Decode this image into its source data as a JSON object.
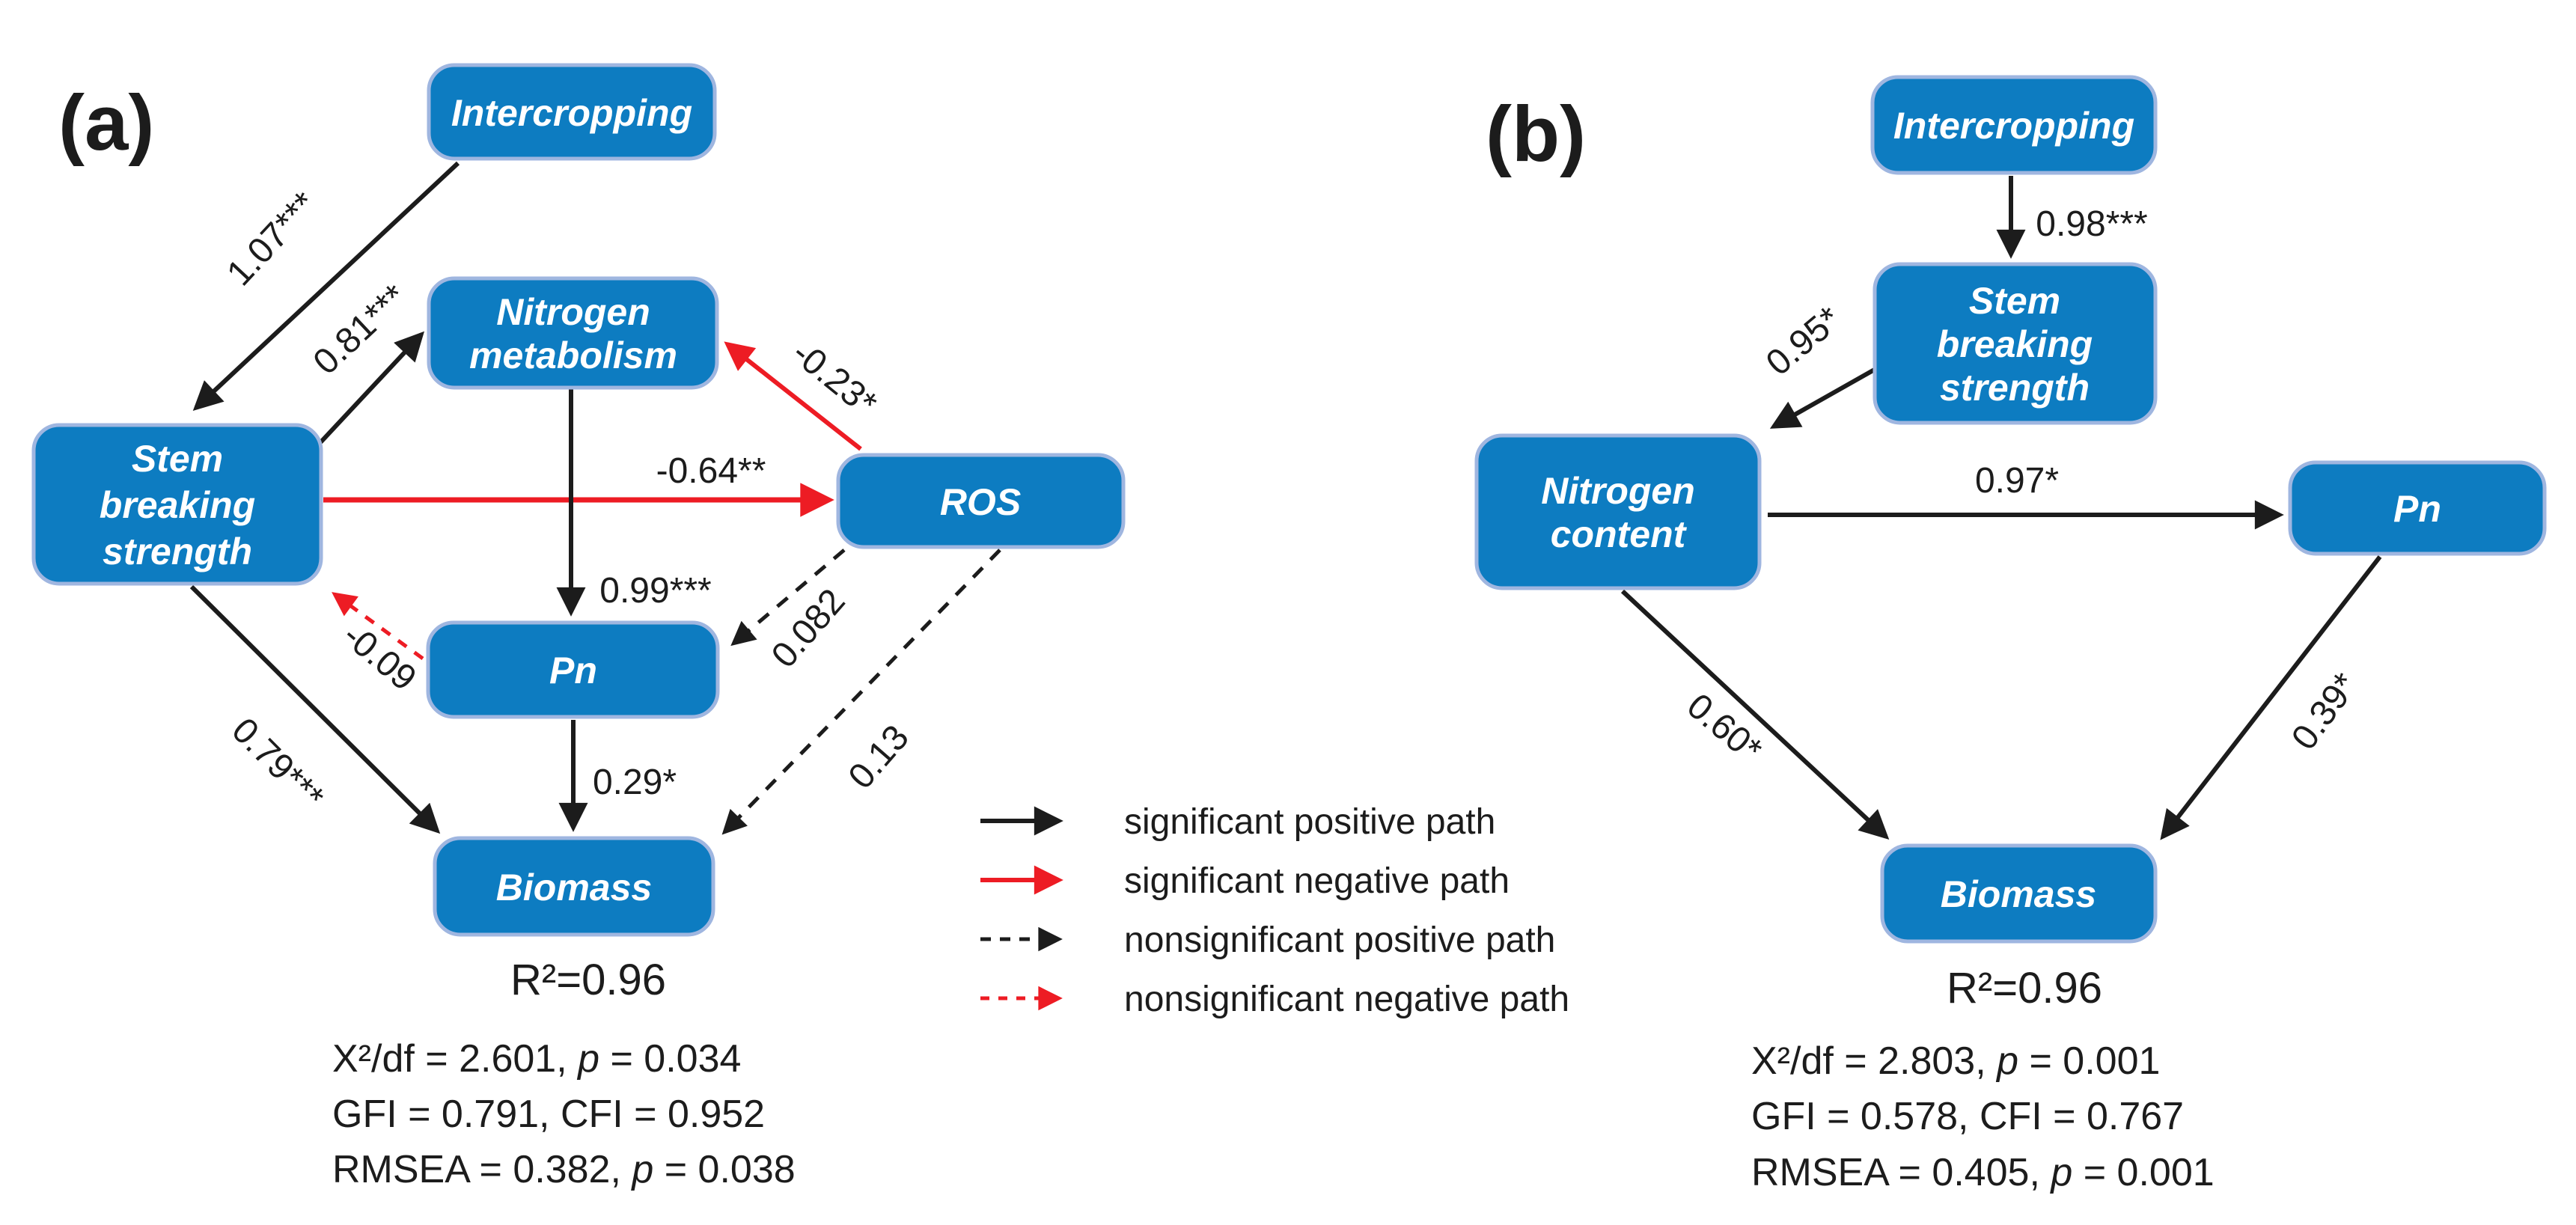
{
  "figure": {
    "colors": {
      "node_fill": "#0d7cc1",
      "node_stroke": "#9fb6e0",
      "node_text": "#ffffff",
      "positive_path": "#1c1c1c",
      "negative_path": "#ed1c24",
      "background": "#ffffff"
    },
    "panels": [
      {
        "label": "(a)",
        "nodes": {
          "intercropping": {
            "label": "Intercropping"
          },
          "nitrogen_metabolism": {
            "lines": [
              "Nitrogen",
              "metabolism"
            ]
          },
          "stem_breaking_strength": {
            "lines": [
              "Stem",
              "breaking",
              "strength"
            ]
          },
          "ros": {
            "label": "ROS"
          },
          "pn": {
            "label": "Pn"
          },
          "biomass": {
            "label": "Biomass"
          }
        },
        "paths": {
          "intercropping_to_stem": {
            "label": "1.07***",
            "type": "significant positive",
            "from": "Intercropping",
            "to": "Stem breaking strength"
          },
          "stem_to_nitrogen": {
            "label": "0.81***",
            "type": "significant positive",
            "from": "Stem breaking strength",
            "to": "Nitrogen metabolism"
          },
          "ros_to_nitrogen": {
            "label": "-0.23*",
            "type": "significant negative",
            "from": "ROS",
            "to": "Nitrogen metabolism"
          },
          "stem_to_ros": {
            "label": "-0.64**",
            "type": "significant negative",
            "from": "Stem breaking strength",
            "to": "ROS"
          },
          "nitrogen_to_pn": {
            "label": "0.99***",
            "type": "significant positive",
            "from": "Nitrogen metabolism",
            "to": "Pn"
          },
          "ros_to_pn": {
            "label": "0.082",
            "type": "nonsignificant positive",
            "from": "ROS",
            "to": "Pn"
          },
          "pn_to_stem": {
            "label": "-0.09",
            "type": "nonsignificant negative",
            "from": "Pn",
            "to": "Stem breaking strength"
          },
          "stem_to_biomass": {
            "label": "0.79***",
            "type": "significant positive",
            "from": "Stem breaking strength",
            "to": "Biomass"
          },
          "pn_to_biomass": {
            "label": "0.29*",
            "type": "significant positive",
            "from": "Pn",
            "to": "Biomass"
          },
          "ros_to_biomass": {
            "label": "0.13",
            "type": "nonsignificant positive",
            "from": "ROS",
            "to": "Biomass"
          }
        },
        "r_squared": "R²=0.96",
        "fit_stats": [
          {
            "pre": "X²/df = 2.601, ",
            "p": "p",
            "post": " = 0.034"
          },
          {
            "pre": "GFI = 0.791, CFI = 0.952",
            "p": "",
            "post": ""
          },
          {
            "pre": "RMSEA = 0.382, ",
            "p": "p",
            "post": " = 0.038"
          }
        ]
      },
      {
        "label": "(b)",
        "nodes": {
          "intercropping": {
            "label": "Intercropping"
          },
          "stem_breaking_strength": {
            "lines": [
              "Stem",
              "breaking",
              "strength"
            ]
          },
          "nitrogen_content": {
            "lines": [
              "Nitrogen",
              "content"
            ]
          },
          "pn": {
            "label": "Pn"
          },
          "biomass": {
            "label": "Biomass"
          }
        },
        "paths": {
          "intercropping_to_stem": {
            "label": "0.98***",
            "type": "significant positive",
            "from": "Intercropping",
            "to": "Stem breaking strength"
          },
          "stem_to_nitrogen": {
            "label": "0.95*",
            "type": "significant positive",
            "from": "Stem breaking strength",
            "to": "Nitrogen content"
          },
          "nitrogen_to_pn": {
            "label": "0.97*",
            "type": "significant positive",
            "from": "Nitrogen content",
            "to": "Pn"
          },
          "nitrogen_to_biomass": {
            "label": "0.60*",
            "type": "significant positive",
            "from": "Nitrogen content",
            "to": "Biomass"
          },
          "pn_to_biomass": {
            "label": "0.39*",
            "type": "significant positive",
            "from": "Pn",
            "to": "Biomass"
          }
        },
        "r_squared": "R²=0.96",
        "fit_stats": [
          {
            "pre": "X²/df = 2.803, ",
            "p": "p",
            "post": " = 0.001"
          },
          {
            "pre": "GFI = 0.578, CFI = 0.767",
            "p": "",
            "post": ""
          },
          {
            "pre": "RMSEA = 0.405, ",
            "p": "p",
            "post": " = 0.001"
          }
        ]
      }
    ],
    "legend": {
      "items": [
        {
          "label": "significant positive path",
          "style": "solid-black"
        },
        {
          "label": "significant negative path",
          "style": "solid-red"
        },
        {
          "label": "nonsignificant positive path",
          "style": "dashed-black"
        },
        {
          "label": "nonsignificant negative path",
          "style": "dashed-red"
        }
      ]
    }
  }
}
